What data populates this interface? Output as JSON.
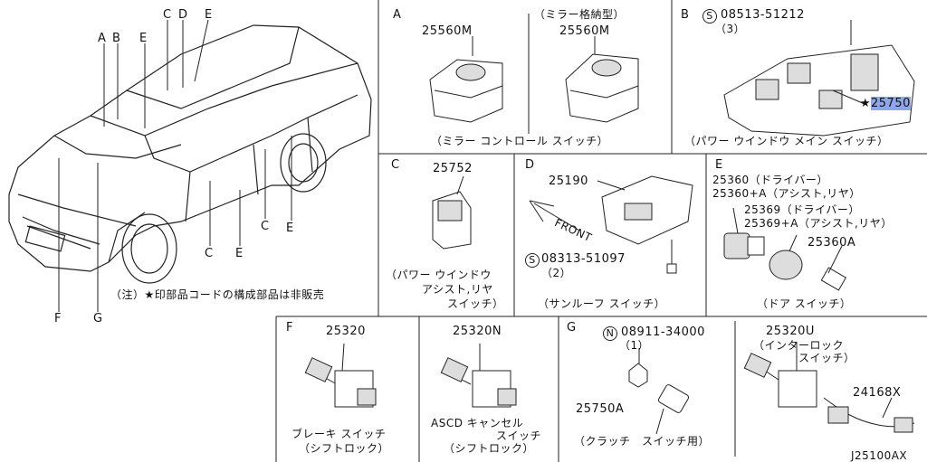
{
  "car_letters": [
    "A",
    "B",
    "C",
    "D",
    "E",
    "E",
    "C",
    "E",
    "C",
    "E",
    "F",
    "G"
  ],
  "note": "（注）★印部品コードの構成部品は非販売",
  "panelA": {
    "letter": "A",
    "part1": "25560M",
    "part2_title": "（ミラー格納型）",
    "part2": "25560M",
    "caption": "（ミラー コントロール スイッチ）"
  },
  "panelB": {
    "letter": "B",
    "screw_symbol": "S",
    "screw": "08513-51212",
    "screw_qty": "（3）",
    "star": "★",
    "part": "25750",
    "caption": "（パワー ウインドウ メイン スイッチ）"
  },
  "panelC": {
    "letter": "C",
    "part": "25752",
    "caption1": "（パワー ウインドウ",
    "caption2": "アシスト,リヤ",
    "caption3": "スイッチ）"
  },
  "panelD": {
    "letter": "D",
    "part": "25190",
    "front": "FRONT",
    "screw_symbol": "S",
    "screw": "08313-51097",
    "screw_qty": "（2）",
    "caption": "（サンルーフ スイッチ）"
  },
  "panelE": {
    "letter": "E",
    "line1": "25360（ドライバー）",
    "line2": "25360+A（アシスト,リヤ）",
    "line3": "25369（ドライバー）",
    "line4": "25369+A（アシスト,リヤ）",
    "part_a": "25360A",
    "caption": "（ドア スイッチ）"
  },
  "panelF": {
    "letter": "F",
    "part1": "25320",
    "caption1a": "ブレーキ スイッチ",
    "caption1b": "（シフトロック）",
    "part2": "25320N",
    "caption2a": "ASCD キャンセル",
    "caption2b": "スイッチ",
    "caption2c": "（シフトロック）"
  },
  "panelG": {
    "letter": "G",
    "nut_symbol": "N",
    "nut": "08911-34000",
    "nut_qty": "（1）",
    "bolt": "25750A",
    "caption": "（クラッチ　スイッチ用）",
    "part_u": "25320U",
    "caption_u1": "（インターロック",
    "caption_u2": "スイッチ）",
    "part_x": "24168X"
  },
  "drawing_code": "J25100AX"
}
